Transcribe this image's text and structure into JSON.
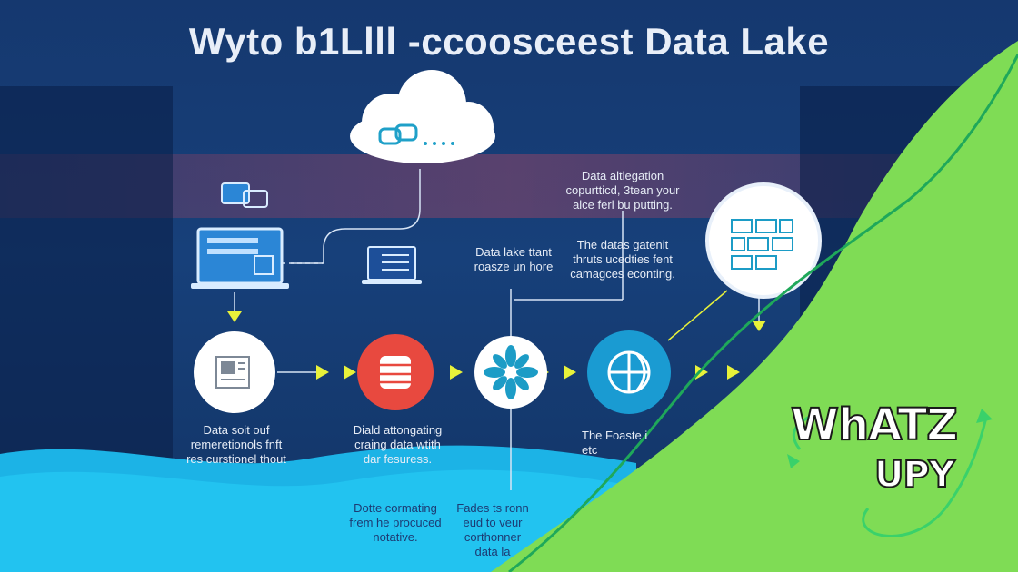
{
  "title": "Wyto b1Llll -ccoosceest Data Lake",
  "labels": {
    "aggregation": [
      "Data altlegation",
      "copurtticd, 3tean your",
      "alce ferl bu putting."
    ],
    "lake_start": [
      "Data lake ttant",
      "roasze un hore"
    ],
    "dataset": [
      "The datas gatenit",
      "thruts ucedties fent",
      "camagces econting."
    ],
    "source": [
      "Data soit ouf",
      "remeretionols fnft",
      "res curstionel thout"
    ],
    "storing": [
      "Diald attongating",
      "craing data wtith",
      "dar fesuress."
    ],
    "formatting": [
      "Dotte cormating",
      "frem he procuced",
      "notative."
    ],
    "fades": [
      "Fades ts ronn",
      "eud to veur",
      "corthonner",
      "data la"
    ],
    "foaste": [
      "The Foaste i",
      "etc"
    ]
  },
  "logo": {
    "line1": "WhATZ",
    "line2": "UPY"
  },
  "colors": {
    "accent_green": "#7fdc55",
    "arrow_yellow": "#e8f23a",
    "red_node": "#e8493f",
    "teal_node": "#1a9bd2"
  },
  "icons": [
    "document-icon",
    "database-icon",
    "flower-icon",
    "globe-icon",
    "cloud-icon",
    "laptop-icon",
    "chat-icon",
    "grid-icon"
  ]
}
